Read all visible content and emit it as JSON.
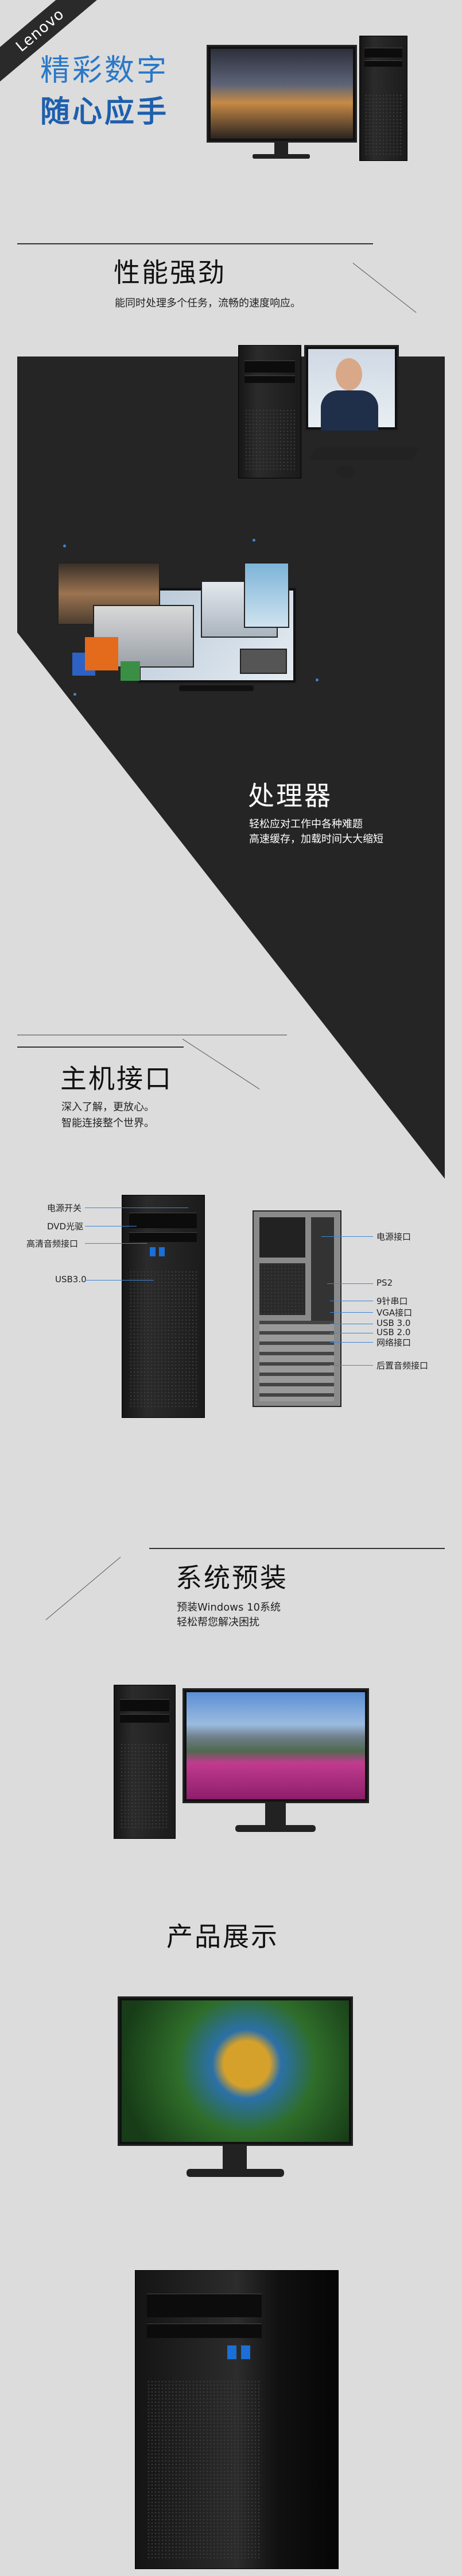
{
  "brand": {
    "logo": "Lenovo",
    "colors": {
      "accent": "#2a78c8",
      "dark": "#2a2a2a",
      "bg": "#dcdcdc"
    }
  },
  "hero": {
    "line1": "精彩数字",
    "line2": "随心应手"
  },
  "performance": {
    "title": "性能强劲",
    "desc": "能同时处理多个任务，流畅的速度响应。"
  },
  "processor": {
    "title": "处理器",
    "desc1": "轻松应对工作中各种难题",
    "desc2": "高速缓存，加载时间大大缩短"
  },
  "ports": {
    "title": "主机接口",
    "desc1": "深入了解，更放心。",
    "desc2": "智能连接整个世界。",
    "front": [
      "电源开关",
      "DVD光驱",
      "高清音频接口",
      "USB3.0"
    ],
    "rear": [
      "电源接口",
      "PS2",
      "9针串口",
      "VGA接口",
      "USB 3.0",
      "USB 2.0",
      "网络接口",
      "后置音频接口"
    ]
  },
  "os": {
    "title": "系统预装",
    "desc1": "预装Windows 10系统",
    "desc2": "轻松帮您解决困扰"
  },
  "showcase": {
    "title": "产品展示"
  }
}
